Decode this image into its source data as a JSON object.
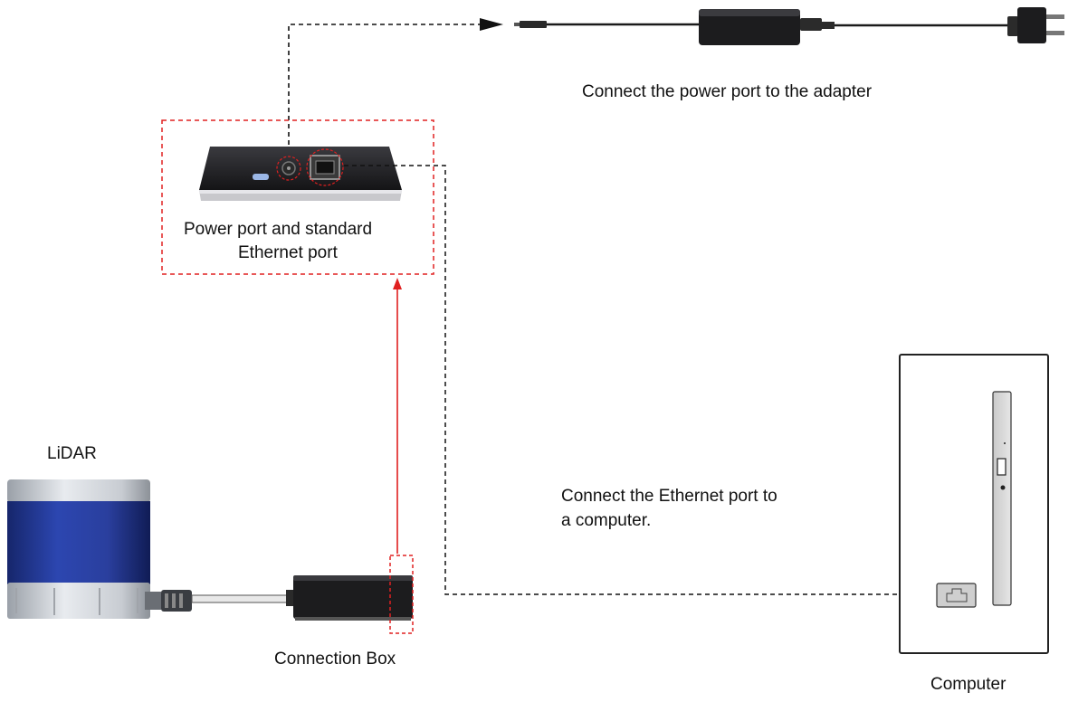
{
  "labels": {
    "power_adapter": "Connect the power port to the adapter",
    "ports_line1": "Power port and standard",
    "ports_line2": "Ethernet port",
    "lidar": "LiDAR",
    "connection_box": "Connection Box",
    "ethernet_line1": "Connect the Ethernet port to",
    "ethernet_line2": "a computer.",
    "computer": "Computer"
  },
  "colors": {
    "highlight_red": "#e02020",
    "dashed_line": "#111111",
    "lidar_blue": "#1e3a8a",
    "device_dark": "#1f1f22"
  }
}
